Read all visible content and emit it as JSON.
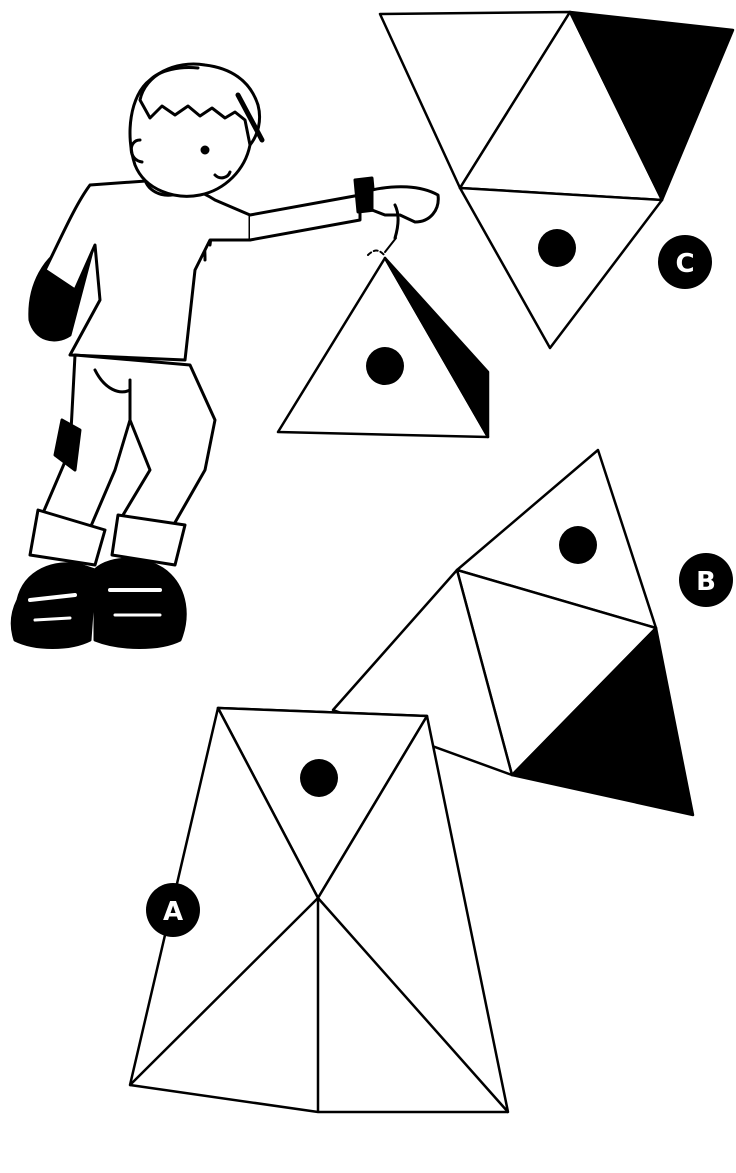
{
  "figure": {
    "option_labels": {
      "a": "A",
      "b": "B",
      "c": "C"
    },
    "colors": {
      "ink": "#000000",
      "paper": "#ffffff"
    },
    "icons": {
      "boy": "boy-with-backpack-icon",
      "held_pyramid": "tetrahedron-icon",
      "dot": "dot-icon"
    }
  }
}
